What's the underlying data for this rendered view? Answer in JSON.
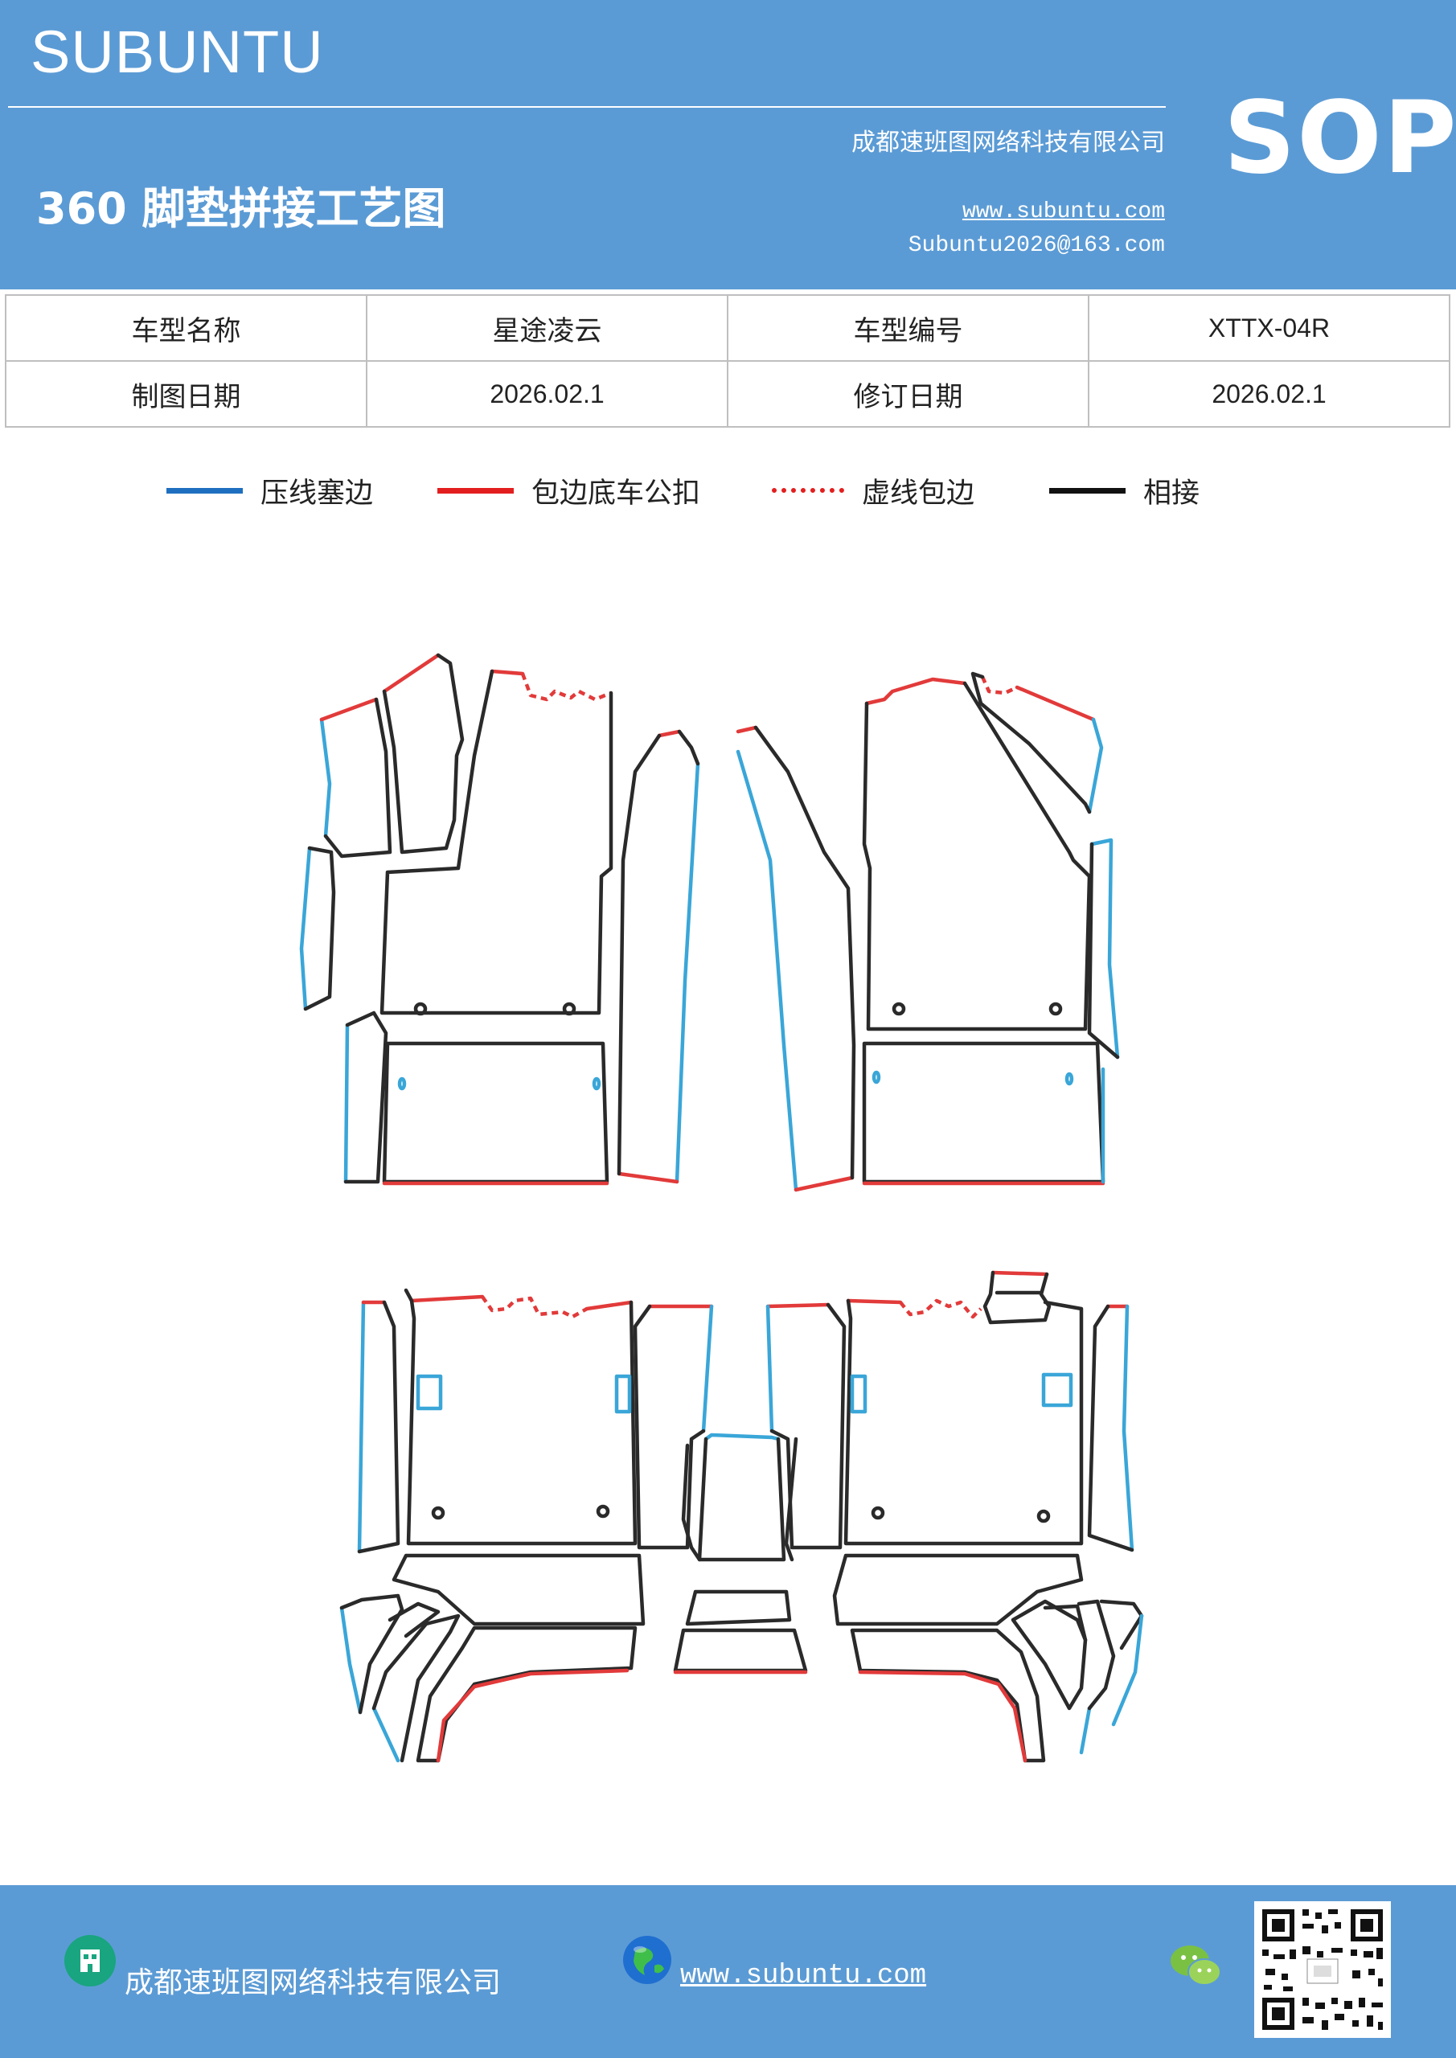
{
  "header": {
    "brand": "SUBUNTU",
    "title": "360 脚垫拼接工艺图",
    "company": "成都速班图网络科技有限公司",
    "website": "www.subuntu.com",
    "email": "Subuntu2026@163.com",
    "badge": "SOP",
    "background_color": "#5b9bd5"
  },
  "info_table": {
    "rows": [
      [
        "车型名称",
        "星途凌云",
        "车型编号",
        "XTTX-04R"
      ],
      [
        "制图日期",
        "2026.02.1",
        "修订日期",
        "2026.02.1"
      ]
    ]
  },
  "legend": [
    {
      "label": "压线塞边",
      "line_style": "solid",
      "color": "#1f6fc0"
    },
    {
      "label": "包边底车公扣",
      "line_style": "solid",
      "color": "#e31e1e"
    },
    {
      "label": "虚线包边",
      "line_style": "dotted",
      "color": "#e31e1e"
    },
    {
      "label": "相接",
      "line_style": "solid",
      "color": "#111111"
    }
  ],
  "diagram": {
    "colors": {
      "outline": "#2a2a2a",
      "press_edge": "#3aa6d8",
      "wrap_edge": "#e23a3a"
    }
  },
  "footer": {
    "company": "成都速班图网络科技有限公司",
    "website": "www.subuntu.com",
    "icons": [
      "building-icon",
      "globe-icon",
      "wechat-icon",
      "qr-code"
    ]
  }
}
